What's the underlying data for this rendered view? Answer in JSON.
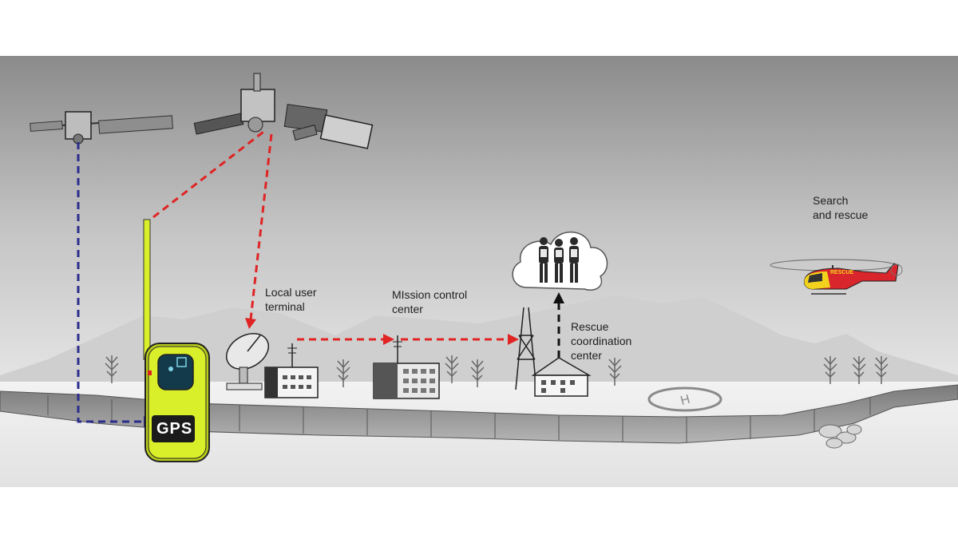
{
  "labels": {
    "local_user_terminal": "Local user\nterminal",
    "mission_control_center": "MIssion control\ncenter",
    "rescue_coordination_center": "Rescue\ncoordination\ncenter",
    "search_and_rescue": "Search\nand rescue",
    "gps": "GPS",
    "helicopter_text": "RESCUE"
  },
  "colors": {
    "red_dashed": "#e02424",
    "blue_dashed": "#2b2d8c",
    "black_dashed": "#111111",
    "beacon_yellow": "#d9ef2a",
    "helicopter_red": "#d8262c",
    "helicopter_yellow": "#f3d21d"
  },
  "icons": [
    "satellite-icon",
    "satellite-icon",
    "satellite-icon",
    "gps-beacon-icon",
    "satellite-dish-icon",
    "building-icon",
    "radio-tower-icon",
    "house-icon",
    "people-icon",
    "cloud-icon",
    "helicopter-icon",
    "helipad-icon",
    "tree-icon",
    "rocks-icon"
  ]
}
